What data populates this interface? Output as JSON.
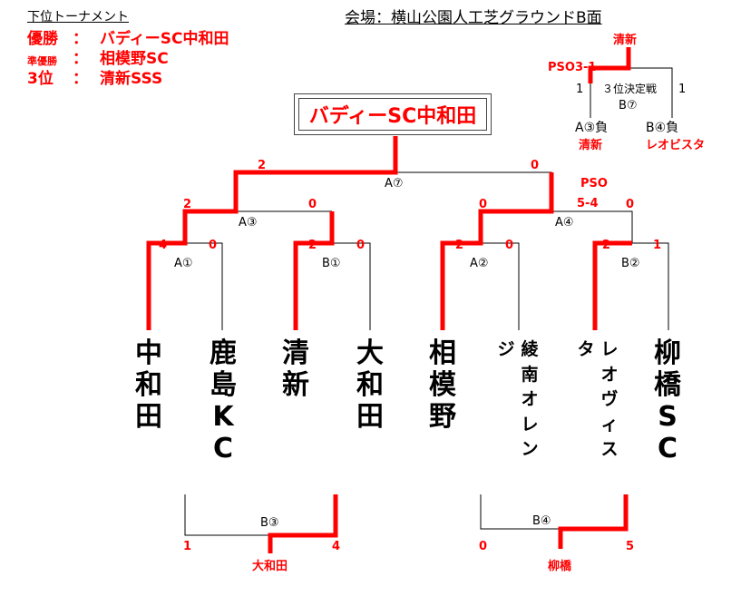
{
  "header": {
    "bracket_title": "下位トーナメント",
    "venue": "会場：横山公園人工芝グラウンドB面"
  },
  "results": [
    {
      "label": "優勝",
      "sep": "：",
      "team": "バディーSC中和田"
    },
    {
      "label": "準優勝",
      "sep": "：",
      "team": "相模野SC"
    },
    {
      "label": "3位",
      "sep": "：",
      "team": "清新SSS"
    }
  ],
  "champion": "バディーSC中和田",
  "nodes": {
    "A1": "A①",
    "B1": "B①",
    "A2": "A②",
    "B2": "B②",
    "A3": "A③",
    "A4": "A④",
    "A7": "A⑦",
    "B3": "B③",
    "B4": "B④",
    "B7": "B⑦"
  },
  "scores": {
    "final_left": "2",
    "final_right": "0",
    "a3_left": "2",
    "a3_right": "0",
    "a4_left": "0",
    "a4_right": "0",
    "a4_pso_label": "PSO",
    "a4_pso_score": "5-4",
    "a1_left": "4",
    "a1_right": "0",
    "b1_left": "2",
    "b1_right": "0",
    "a2_left": "2",
    "a2_right": "0",
    "b2_left": "2",
    "b2_right": "1",
    "b3_left": "1",
    "b3_right": "4",
    "b4_left": "0",
    "b4_right": "5"
  },
  "third_place": {
    "winner": "清新",
    "pso": "PSO3-1",
    "title": "３位決定戦",
    "left_score": "1",
    "right_score": "1",
    "left_slot": "A③負",
    "right_slot": "B④負",
    "left_team": "清新",
    "right_team": "レオビスタ"
  },
  "winners": {
    "b3": "大和田",
    "b4": "柳橋"
  },
  "teams": [
    {
      "chars": [
        "中",
        "和",
        "田"
      ]
    },
    {
      "chars": [
        "鹿",
        "島",
        "K",
        "C"
      ]
    },
    {
      "chars": [
        "清",
        "新"
      ]
    },
    {
      "chars": [
        "大",
        "和",
        "田"
      ]
    },
    {
      "chars": [
        "相",
        "模",
        "野"
      ]
    },
    {
      "chars": [
        "綾",
        "南",
        "オ",
        "レ",
        "ン"
      ],
      "extra": "ジ"
    },
    {
      "chars": [
        "レ",
        "オ",
        "ヴ",
        "ィ",
        "ス"
      ],
      "extra": "タ"
    },
    {
      "chars": [
        "柳",
        "橋",
        "S",
        "C"
      ]
    }
  ],
  "colors": {
    "win_line": "#ff0000",
    "line": "#000000"
  }
}
